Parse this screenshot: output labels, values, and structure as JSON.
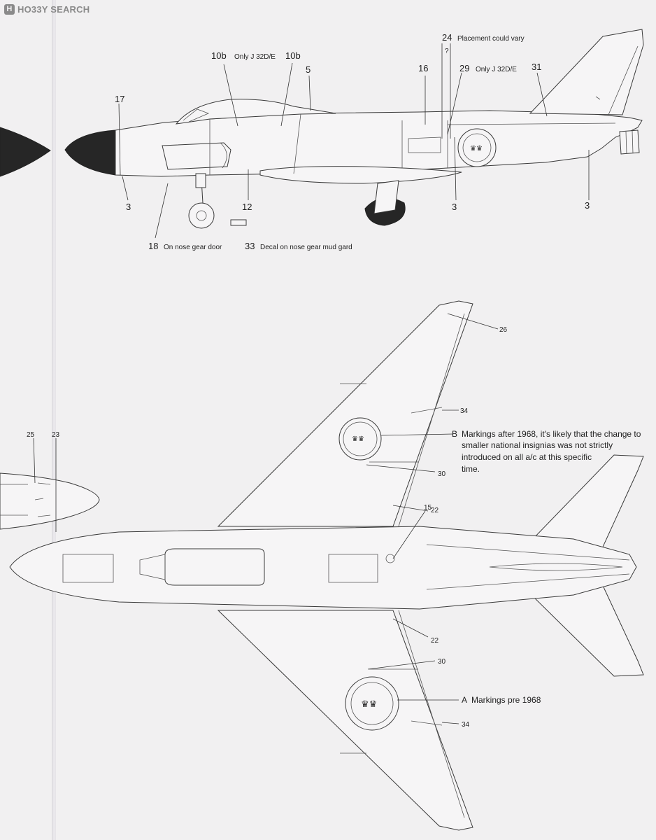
{
  "watermark": {
    "badge": "H",
    "text": "HO33Y SEARCH"
  },
  "side_view": {
    "callouts": {
      "c17": "17",
      "c10b_left": "10b",
      "only_j32de_left": "Only J 32D/E",
      "c10b_right": "10b",
      "c5": "5",
      "c24": "24",
      "c24_note": "Placement could vary",
      "question": "?",
      "c16": "16",
      "c29": "29",
      "only_j32de_right": "Only J 32D/E",
      "c31": "31",
      "c3_a": "3",
      "c12": "12",
      "c3_b": "3",
      "c3_c": "3",
      "c18": "18",
      "c18_note": "On nose gear door",
      "c33": "33",
      "c33_note": "Decal on nose gear mud gard"
    }
  },
  "plan_view": {
    "callouts": {
      "c25": "25",
      "c23": "23",
      "c26": "26",
      "c34_top": "34",
      "marker_b": "B",
      "note_b_line1": "Markings after 1968, it's likely that the change to",
      "note_b_line2": "smaller national insignias was not strictly",
      "note_b_line3": "introduced on all a/c at this specific",
      "note_b_line4": "time.",
      "c30_top": "30",
      "c22_top": "22",
      "c15": "15",
      "c22_bottom": "22",
      "c30_bottom": "30",
      "marker_a": "A",
      "note_a": "Markings pre 1968",
      "c34_bottom": "34"
    }
  },
  "colors": {
    "paper": "#f1f0f1",
    "ink": "#2a2a2a",
    "radome": "#262626"
  }
}
